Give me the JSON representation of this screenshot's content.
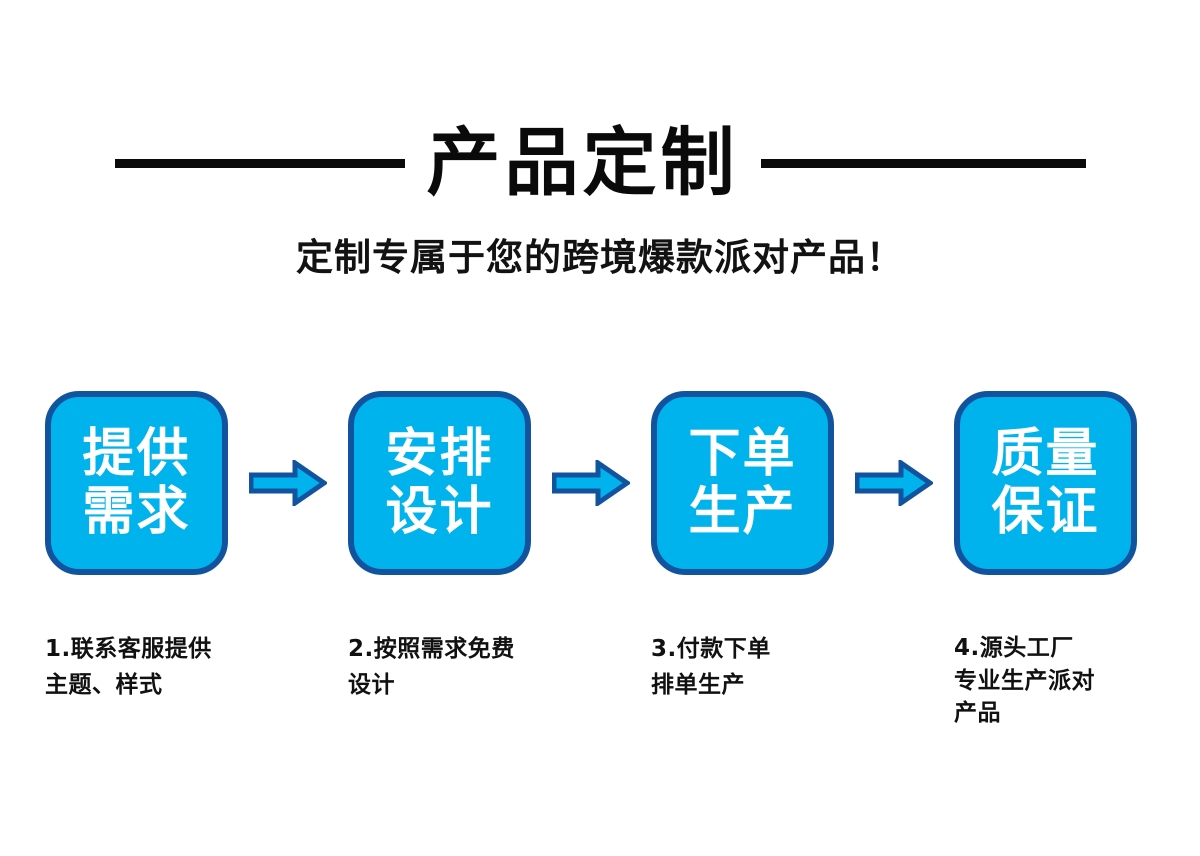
{
  "header": {
    "title": "产品定制",
    "subtitle": "定制专属于您的跨境爆款派对产品！",
    "rule_color": "#0a0a0a"
  },
  "theme": {
    "box_fill": "#00b3ec",
    "box_border": "#12539f",
    "box_text": "#ffffff",
    "arrow_fill": "#00b3ec",
    "arrow_stroke": "#12539f",
    "caption_text": "#111111"
  },
  "flow": {
    "steps": [
      {
        "line1": "提供",
        "line2": "需求"
      },
      {
        "line1": "安排",
        "line2": "设计"
      },
      {
        "line1": "下单",
        "line2": "生产"
      },
      {
        "line1": "质量",
        "line2": "保证"
      }
    ],
    "arrows": [
      {
        "name": "arrow-1"
      },
      {
        "name": "arrow-2"
      },
      {
        "name": "arrow-3"
      }
    ]
  },
  "captions": [
    {
      "lines": [
        "1.联系客服提供",
        "主题、样式"
      ]
    },
    {
      "lines": [
        "2.按照需求免费",
        "设计"
      ]
    },
    {
      "lines": [
        "3.付款下单",
        "排单生产"
      ]
    },
    {
      "lines": [
        "4.源头工厂",
        "专业生产派对",
        "产品"
      ]
    }
  ]
}
